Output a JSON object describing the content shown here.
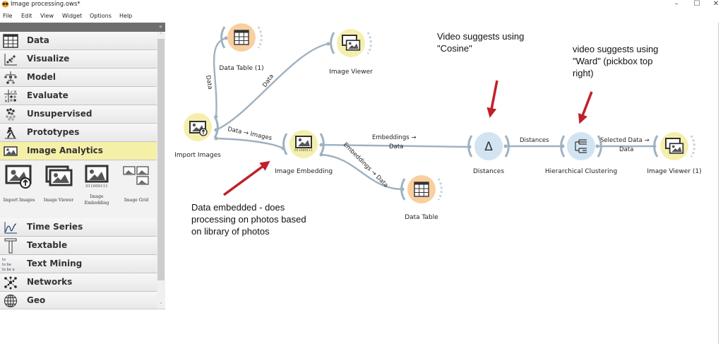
{
  "window": {
    "title": "Image processing.ows*",
    "app_icon": "orange-glasses-icon",
    "controls": {
      "minimize": "–",
      "maximize": "☐",
      "close": "✕"
    }
  },
  "menubar": [
    "File",
    "Edit",
    "View",
    "Widget",
    "Options",
    "Help"
  ],
  "dock": {
    "collapse_glyph": "«",
    "categories": [
      {
        "label": "Data",
        "icon": "table-icon",
        "color": "#f7c98b"
      },
      {
        "label": "Visualize",
        "icon": "scatter-icon",
        "color": "#f9a59b"
      },
      {
        "label": "Model",
        "icon": "tree-icon",
        "color": "#f5a3c7"
      },
      {
        "label": "Evaluate",
        "icon": "evaluate-grid-icon",
        "color": "#a7e0e0"
      },
      {
        "label": "Unsupervised",
        "icon": "clusters-icon",
        "color": "#c7dcef"
      },
      {
        "label": "Prototypes",
        "icon": "worker-icon",
        "color": "#9fd8c8"
      },
      {
        "label": "Image Analytics",
        "icon": "image-icon",
        "color": "#f3ec9e",
        "active": true
      },
      {
        "label": "Time Series",
        "icon": "line-chart-icon",
        "color": "#5da3e6"
      },
      {
        "label": "Textable",
        "icon": "text-cursor-icon",
        "color": "#7eb7ee"
      },
      {
        "label": "Text Mining",
        "icon": "to-be-icon",
        "color": "#c9def5",
        "icon_text": "to\nto be\nto be a"
      },
      {
        "label": "Networks",
        "icon": "network-icon",
        "color": "#b5ef8e"
      },
      {
        "label": "Geo",
        "icon": "globe-icon",
        "color": "#90e08a"
      }
    ],
    "image_analytics_widgets": [
      {
        "label": "Import Images",
        "icon": "import-images-icon"
      },
      {
        "label": "Image Viewer",
        "icon": "image-viewer-icon"
      },
      {
        "label": "Image\nEmbedding",
        "icon": "image-embedding-icon",
        "caption": "011000111"
      },
      {
        "label": "Image Grid",
        "icon": "image-grid-icon"
      }
    ]
  },
  "workflow": {
    "nodes": [
      {
        "id": "import",
        "label": "Import Images",
        "type": "import-images",
        "color": "#f5efad"
      },
      {
        "id": "table1",
        "label": "Data Table (1)",
        "type": "data-table",
        "color": "#f9cf9f"
      },
      {
        "id": "viewer",
        "label": "Image Viewer",
        "type": "image-viewer",
        "color": "#f5efad"
      },
      {
        "id": "embed",
        "label": "Image Embedding",
        "type": "image-embedding",
        "color": "#f5efad",
        "caption": "011000111"
      },
      {
        "id": "table",
        "label": "Data Table",
        "type": "data-table",
        "color": "#f9cf9f"
      },
      {
        "id": "dist",
        "label": "Distances",
        "type": "distances",
        "color": "#d2e4f2",
        "glyph": "Δ"
      },
      {
        "id": "hclust",
        "label": "Hierarchical Clustering",
        "type": "hierarchical-clustering",
        "color": "#d2e4f2"
      },
      {
        "id": "viewer1",
        "label": "Image Viewer (1)",
        "type": "image-viewer",
        "color": "#f5efad"
      }
    ],
    "links": [
      {
        "from": "import",
        "to": "table1",
        "label": "Data"
      },
      {
        "from": "import",
        "to": "viewer",
        "label": "Data"
      },
      {
        "from": "import",
        "to": "embed",
        "label": "Data → Images"
      },
      {
        "from": "embed",
        "to": "dist",
        "label": "Embeddings →\nData"
      },
      {
        "from": "embed",
        "to": "table",
        "label": "Embeddings → Data"
      },
      {
        "from": "dist",
        "to": "hclust",
        "label": "Distances"
      },
      {
        "from": "hclust",
        "to": "viewer1",
        "label": "Selected Data →\nData"
      }
    ],
    "annotations": [
      {
        "text": "Video  suggests using\n\"Cosine\""
      },
      {
        "text": "video suggests using\n\"Ward\" (pickbox top\nright)"
      },
      {
        "text": "Data embedded - does\nprocessing on photos based\non library of photos"
      }
    ],
    "arrow_color": "#c0202a",
    "link_color": "#9fb1c0"
  }
}
